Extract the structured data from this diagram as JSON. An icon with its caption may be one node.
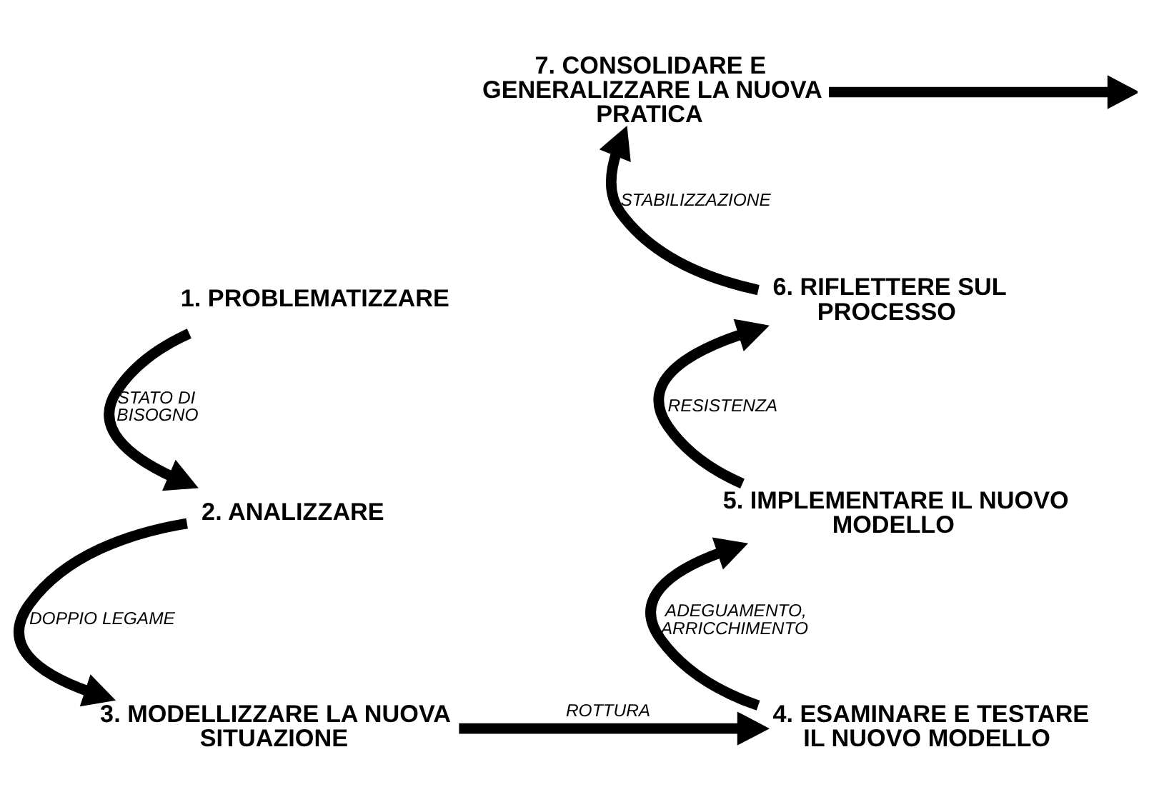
{
  "diagram": {
    "nodes": [
      {
        "text": [
          "1. PROBLEMATIZZARE"
        ]
      },
      {
        "text": [
          "2. ANALIZZARE"
        ]
      },
      {
        "text": [
          "3. MODELLIZZARE LA NUOVA SITUAZIONE"
        ]
      },
      {
        "text": [
          "4. ESAMINARE E TESTARE IL NUOVO MODELLO"
        ]
      },
      {
        "text": [
          "5. IMPLEMENTARE IL NUOVO MODELLO"
        ]
      },
      {
        "text": [
          "6. RIFLETTERE SUL PROCESSO"
        ]
      },
      {
        "text": [
          "7. CONSOLIDARE E GENERALIZZARE LA NUOVA PRATICA"
        ]
      }
    ],
    "edges": [
      {
        "from": 0,
        "to": 1,
        "arrow": "to",
        "label": "STATO DI BISOGNO"
      },
      {
        "from": 1,
        "to": 2,
        "arrow": "to",
        "label": "DOPPIO LEGAME"
      },
      {
        "from": 2,
        "to": 3,
        "arrow": "to",
        "label": "ROTTURA"
      },
      {
        "from": 3,
        "to": 4,
        "arrow": "to",
        "label": "ADEGUAMENTO, ARRICCHIMENTO"
      },
      {
        "from": 4,
        "to": 5,
        "arrow": "to",
        "label": "RESISTENZA"
      },
      {
        "from": 5,
        "to": 6,
        "arrow": "to",
        "label": "STABILIZZAZIONE"
      },
      {
        "from": 6,
        "to": null,
        "arrow": "to"
      }
    ]
  }
}
